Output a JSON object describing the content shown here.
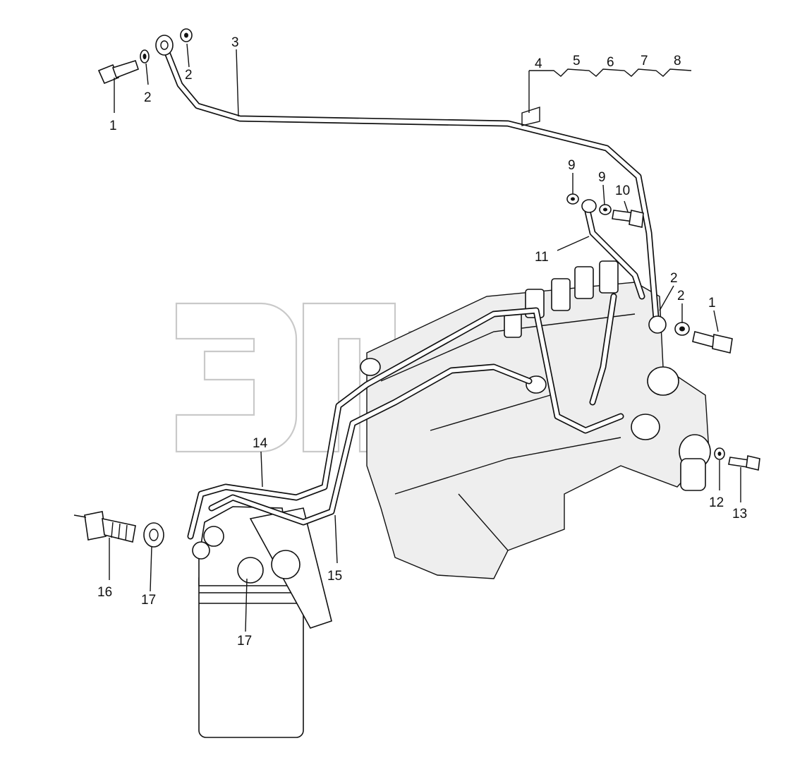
{
  "watermark": {
    "color": "#c9c9c9"
  },
  "callouts": [
    {
      "id": "c1a",
      "text": "1"
    },
    {
      "id": "c2a",
      "text": "2"
    },
    {
      "id": "c2b",
      "text": "2"
    },
    {
      "id": "c3",
      "text": "3"
    },
    {
      "id": "c4",
      "text": "4"
    },
    {
      "id": "c5",
      "text": "5"
    },
    {
      "id": "c6",
      "text": "6"
    },
    {
      "id": "c7",
      "text": "7"
    },
    {
      "id": "c8",
      "text": "8"
    },
    {
      "id": "c9a",
      "text": "9"
    },
    {
      "id": "c9b",
      "text": "9"
    },
    {
      "id": "c10",
      "text": "10"
    },
    {
      "id": "c11",
      "text": "11"
    },
    {
      "id": "c2c",
      "text": "2"
    },
    {
      "id": "c2d",
      "text": "2"
    },
    {
      "id": "c1b",
      "text": "1"
    },
    {
      "id": "c12",
      "text": "12"
    },
    {
      "id": "c13",
      "text": "13"
    },
    {
      "id": "c14",
      "text": "14"
    },
    {
      "id": "c15",
      "text": "15"
    },
    {
      "id": "c16",
      "text": "16"
    },
    {
      "id": "c17a",
      "text": "17"
    },
    {
      "id": "c17b",
      "text": "17"
    }
  ],
  "icons": [
    "bolt-icon",
    "washer-icon",
    "banjo-fitting-icon",
    "fuel-pump-icon",
    "fuel-filter-icon",
    "pipe-icon"
  ]
}
